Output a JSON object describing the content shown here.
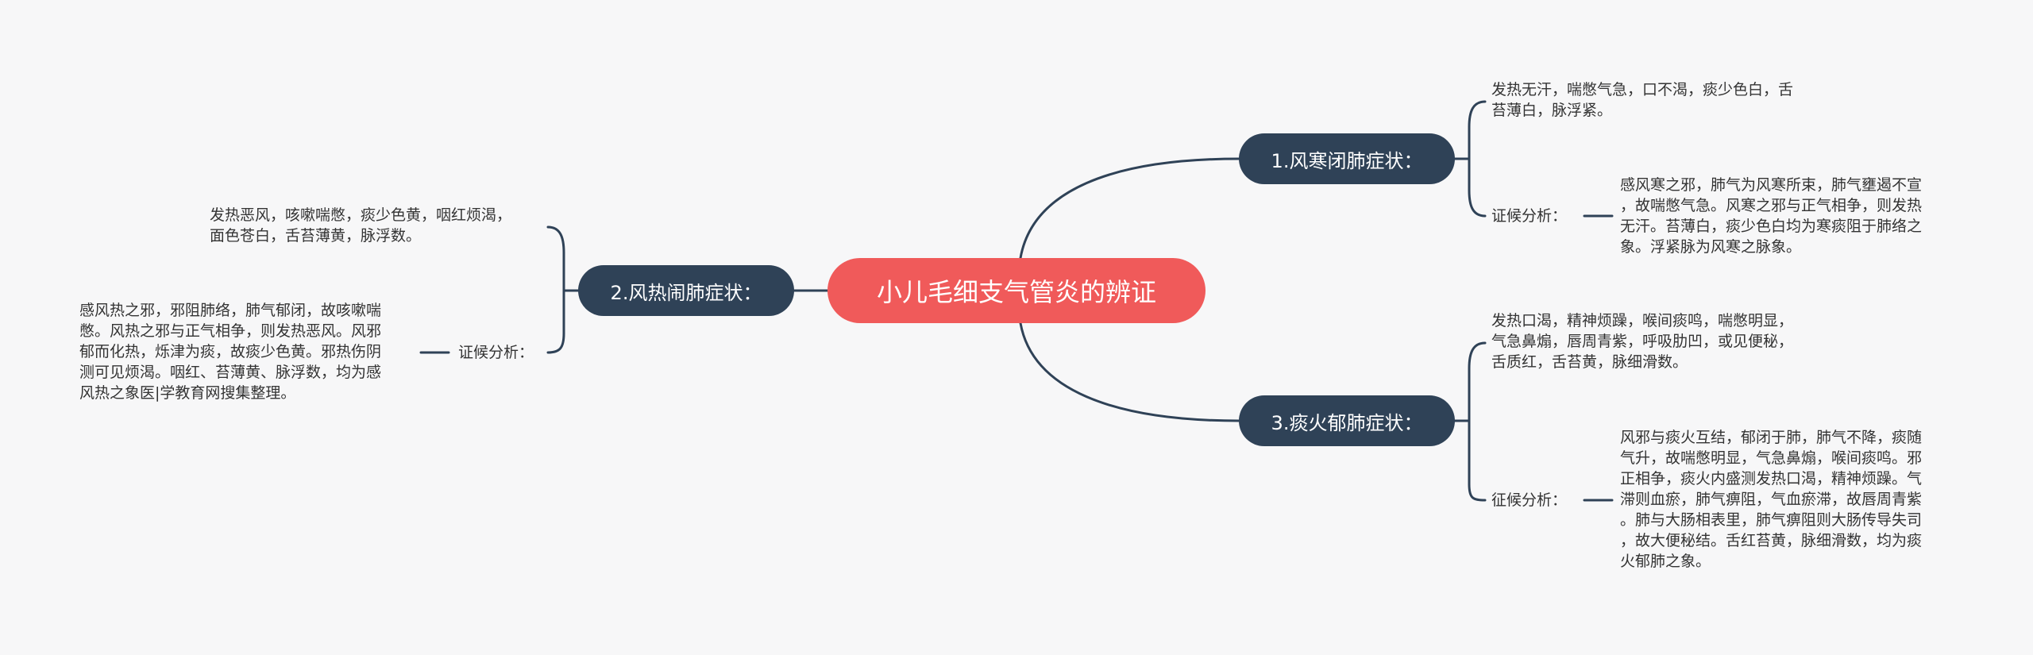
{
  "colors": {
    "background": "#f7f7f8",
    "root": "#f05a5a",
    "branch": "#2f4257",
    "line": "#2f4257",
    "text": "#333333"
  },
  "root": {
    "label": "小儿毛细支气管炎的辨证"
  },
  "branches": [
    {
      "label": "1.风寒闭肺症状：",
      "symptoms": [
        "发热无汗，喘憋气急，口不渴，痰少色白，舌",
        "苔薄白，脉浮紧。"
      ],
      "analysis_label": "证候分析：",
      "analysis": [
        "感风寒之邪，肺气为风寒所束，肺气壅遏不宣",
        "，故喘憋气急。风寒之邪与正气相争，则发热",
        "无汗。苔薄白，痰少色白均为寒痰阻于肺络之",
        "象。浮紧脉为风寒之脉象。"
      ]
    },
    {
      "label": "2.风热闹肺症状：",
      "symptoms": [
        "发热恶风，咳嗽喘憋，痰少色黄，咽红烦渴，",
        "面色苍白，舌苔薄黄，脉浮数。"
      ],
      "analysis_label": "证候分析：",
      "analysis": [
        "感风热之邪，邪阻肺络，肺气郁闭，故咳嗽喘",
        "憋。风热之邪与正气相争，则发热恶风。风邪",
        "郁而化热，烁津为痰，故痰少色黄。邪热伤阴",
        "测可见烦渴。咽红、苔薄黄、脉浮数，均为感",
        "风热之象医|学教育网搜集整理。"
      ]
    },
    {
      "label": "3.痰火郁肺症状：",
      "symptoms": [
        "发热口渴，精神烦躁，喉间痰鸣，喘憋明显，",
        "气急鼻煽，唇周青紫，呼吸肋凹，或见便秘，",
        "舌质红，舌苔黄，脉细滑数。"
      ],
      "analysis_label": "征候分析：",
      "analysis": [
        "风邪与痰火互结，郁闭于肺，肺气不降，痰随",
        "气升，故喘憋明显，气急鼻煽，喉间痰鸣。邪",
        "正相争，痰火内盛测发热口渴，精神烦躁。气",
        "滞则血瘀，肺气痹阻，气血瘀滞，故唇周青紫",
        "。肺与大肠相表里，肺气痹阻则大肠传导失司",
        "，故大便秘结。舌红苔黄，脉细滑数，均为痰",
        "火郁肺之象。"
      ]
    }
  ]
}
